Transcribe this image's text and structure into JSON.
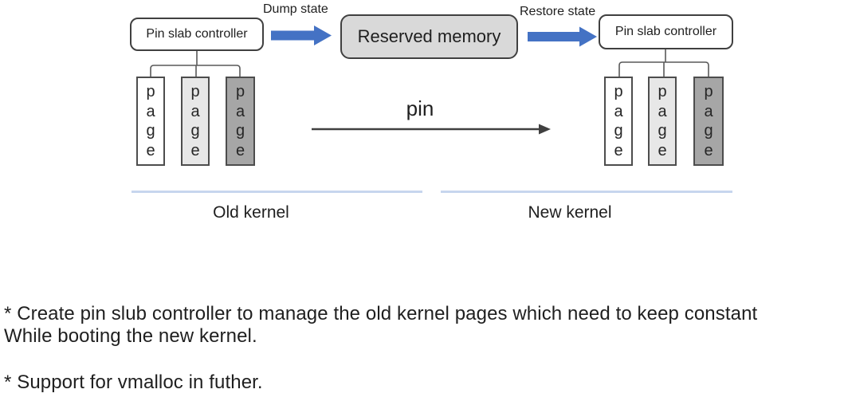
{
  "diagram": {
    "dump_label": "Dump state",
    "restore_label": "Restore state",
    "reserved_label": "Reserved memory",
    "pin_label": "pin",
    "page_letters": [
      "p",
      "a",
      "g",
      "e"
    ],
    "old": {
      "controller_label": "Pin slab controller",
      "kernel_label": "Old kernel"
    },
    "new": {
      "controller_label": "Pin slab controller",
      "kernel_label": "New kernel"
    }
  },
  "notes": {
    "line1": "* Create pin slub controller to manage the old kernel pages which need to keep constant",
    "line2": "While booting the new kernel.",
    "line3": "* Support for vmalloc in futher."
  },
  "colors": {
    "arrow_blue": "#4472c4",
    "box_border": "#404040",
    "reserved_fill": "#d9d9d9",
    "page_white": "#ffffff",
    "page_light": "#e7e7e7",
    "page_dark": "#a6a6a6",
    "connector": "#595959",
    "pin_line": "#404040",
    "underline_blue": "#c7d6ee",
    "text": "#1f1f1f"
  }
}
